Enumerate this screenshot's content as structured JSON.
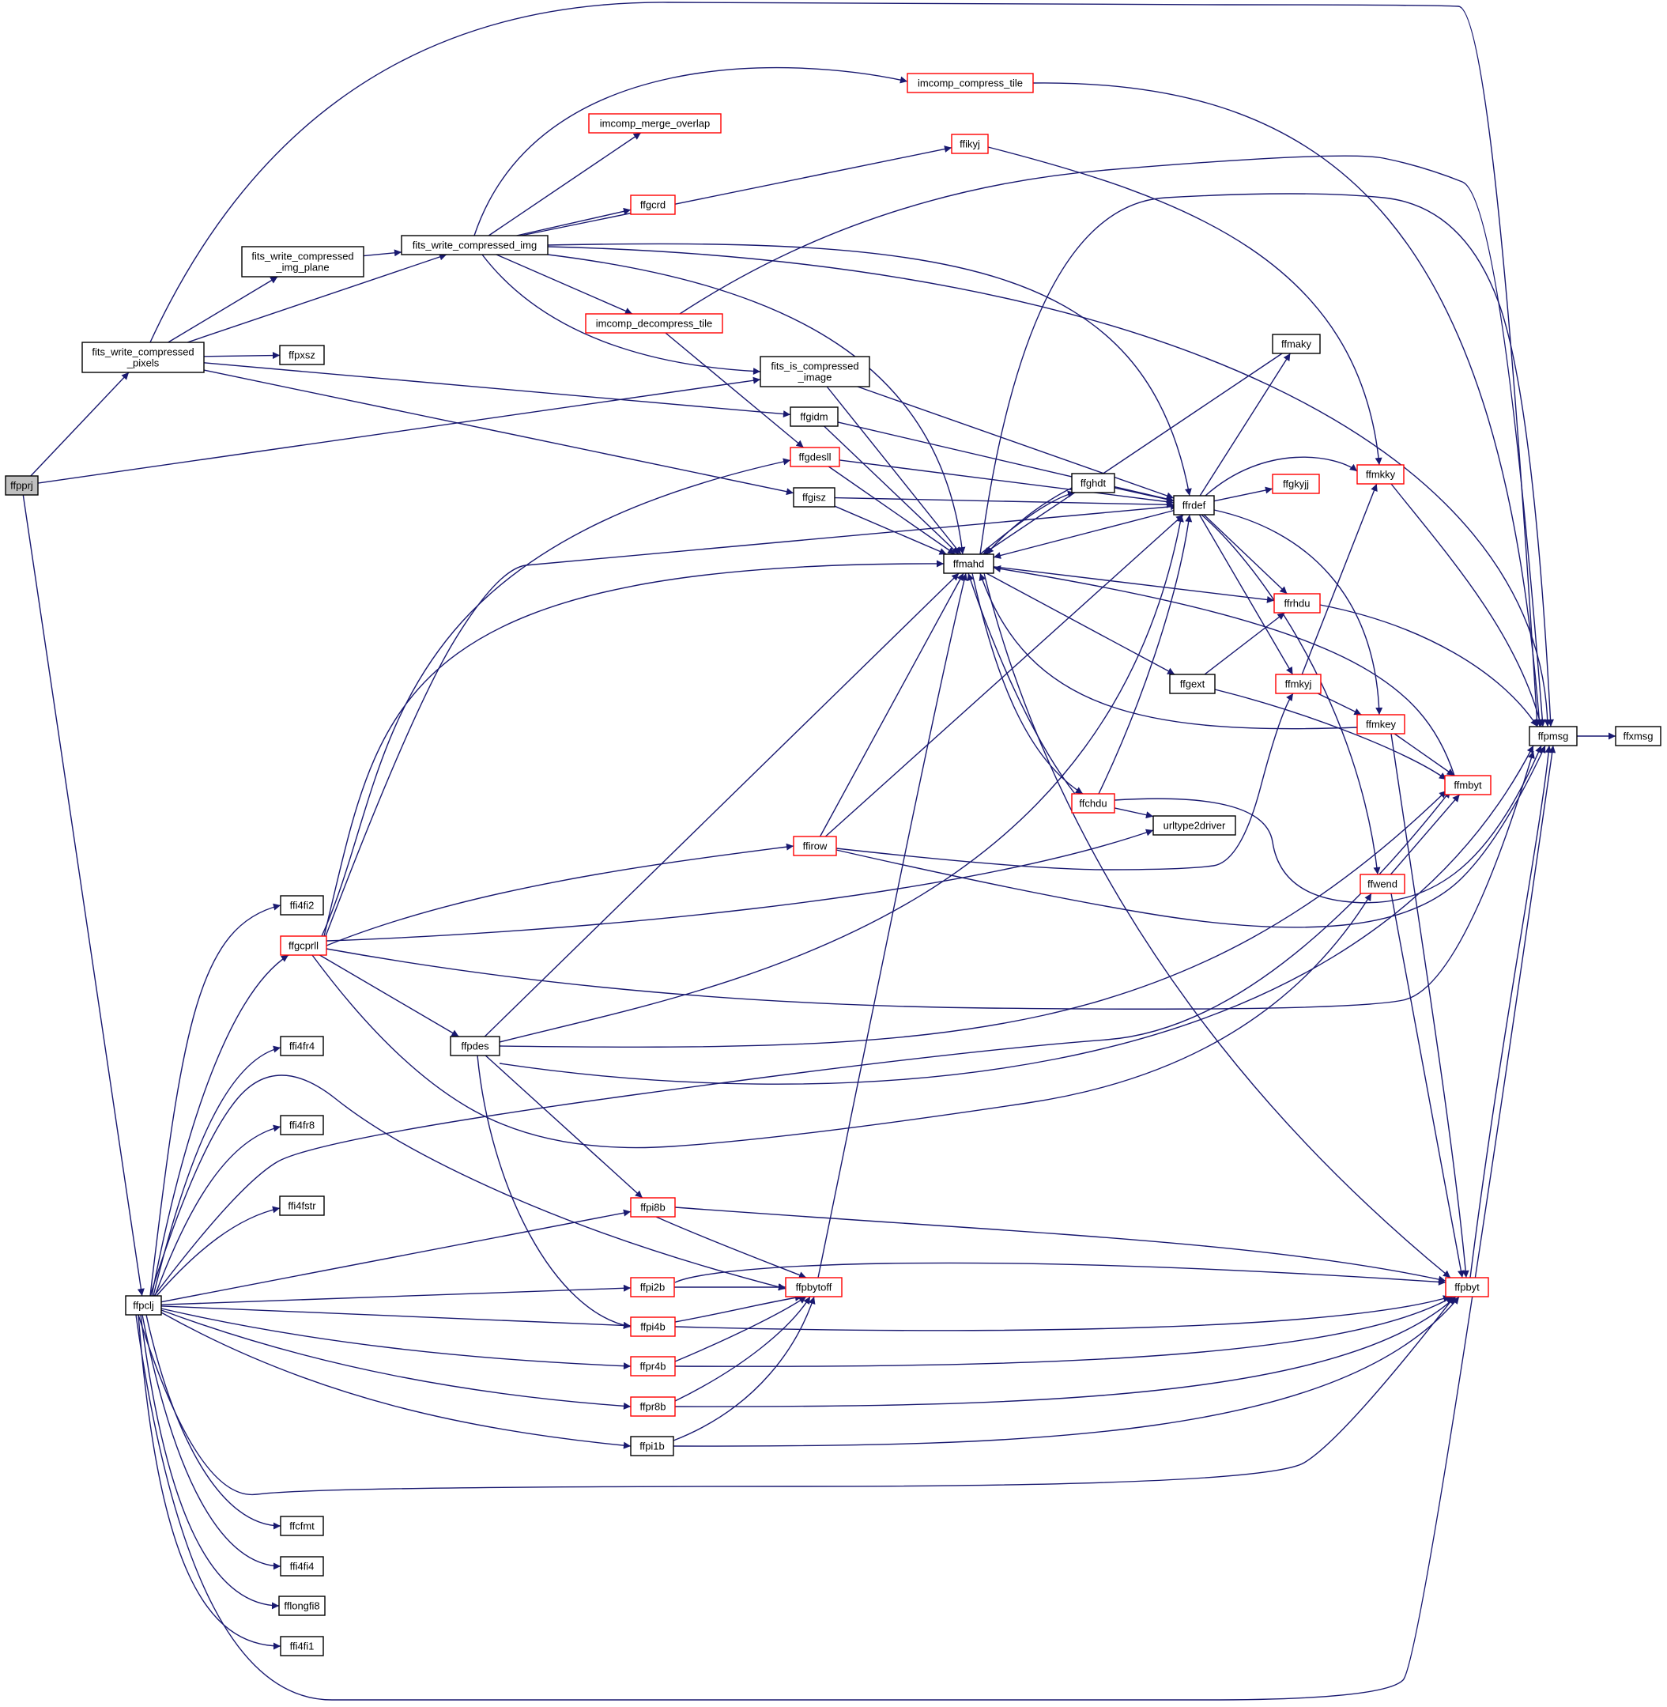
{
  "nodes": [
    {
      "id": "ffpprj",
      "lines": [
        "ffpprj"
      ],
      "style": "root"
    },
    {
      "id": "fwcp",
      "lines": [
        "fits_write_compressed",
        "_pixels"
      ],
      "style": "black"
    },
    {
      "id": "fwcip",
      "lines": [
        "fits_write_compressed",
        "_img_plane"
      ],
      "style": "black"
    },
    {
      "id": "fwci",
      "lines": [
        "fits_write_compressed_img"
      ],
      "style": "black"
    },
    {
      "id": "imcomp_compress_tile",
      "lines": [
        "imcomp_compress_tile"
      ],
      "style": "red"
    },
    {
      "id": "imcomp_merge_overlap",
      "lines": [
        "imcomp_merge_overlap"
      ],
      "style": "red"
    },
    {
      "id": "ffikyj",
      "lines": [
        "ffikyj"
      ],
      "style": "red"
    },
    {
      "id": "ffgcrd",
      "lines": [
        "ffgcrd"
      ],
      "style": "red"
    },
    {
      "id": "imcomp_decompress_tile",
      "lines": [
        "imcomp_decompress_tile"
      ],
      "style": "red"
    },
    {
      "id": "ffpxsz",
      "lines": [
        "ffpxsz"
      ],
      "style": "black"
    },
    {
      "id": "fits_is_compressed",
      "lines": [
        "fits_is_compressed",
        "_image"
      ],
      "style": "black"
    },
    {
      "id": "ffgidm",
      "lines": [
        "ffgidm"
      ],
      "style": "black"
    },
    {
      "id": "ffgdesll",
      "lines": [
        "ffgdesll"
      ],
      "style": "red"
    },
    {
      "id": "ffgisz",
      "lines": [
        "ffgisz"
      ],
      "style": "black"
    },
    {
      "id": "ffghdt",
      "lines": [
        "ffghdt"
      ],
      "style": "black"
    },
    {
      "id": "ffrdef",
      "lines": [
        "ffrdef"
      ],
      "style": "black"
    },
    {
      "id": "ffmaky",
      "lines": [
        "ffmaky"
      ],
      "style": "black"
    },
    {
      "id": "ffgkyjj",
      "lines": [
        "ffgkyjj"
      ],
      "style": "red"
    },
    {
      "id": "ffmkky",
      "lines": [
        "ffmkky"
      ],
      "style": "red"
    },
    {
      "id": "ffmahd",
      "lines": [
        "ffmahd"
      ],
      "style": "black"
    },
    {
      "id": "ffrhdu",
      "lines": [
        "ffrhdu"
      ],
      "style": "red"
    },
    {
      "id": "ffgext",
      "lines": [
        "ffgext"
      ],
      "style": "black"
    },
    {
      "id": "ffmkyj",
      "lines": [
        "ffmkyj"
      ],
      "style": "red"
    },
    {
      "id": "ffmkey",
      "lines": [
        "ffmkey"
      ],
      "style": "red"
    },
    {
      "id": "ffpmsg",
      "lines": [
        "ffpmsg"
      ],
      "style": "black"
    },
    {
      "id": "ffxmsg",
      "lines": [
        "ffxmsg"
      ],
      "style": "black"
    },
    {
      "id": "ffmbyt",
      "lines": [
        "ffmbyt"
      ],
      "style": "red"
    },
    {
      "id": "ffchdu",
      "lines": [
        "ffchdu"
      ],
      "style": "red"
    },
    {
      "id": "urltype2driver",
      "lines": [
        "urltype2driver"
      ],
      "style": "black"
    },
    {
      "id": "ffirow",
      "lines": [
        "ffirow"
      ],
      "style": "red"
    },
    {
      "id": "ffwend",
      "lines": [
        "ffwend"
      ],
      "style": "red"
    },
    {
      "id": "ffi4fi2",
      "lines": [
        "ffi4fi2"
      ],
      "style": "black"
    },
    {
      "id": "ffgcprll",
      "lines": [
        "ffgcprll"
      ],
      "style": "red"
    },
    {
      "id": "ffi4fr4",
      "lines": [
        "ffi4fr4"
      ],
      "style": "black"
    },
    {
      "id": "ffpdes",
      "lines": [
        "ffpdes"
      ],
      "style": "black"
    },
    {
      "id": "ffi4fr8",
      "lines": [
        "ffi4fr8"
      ],
      "style": "black"
    },
    {
      "id": "ffi4fstr",
      "lines": [
        "ffi4fstr"
      ],
      "style": "black"
    },
    {
      "id": "ffpi8b",
      "lines": [
        "ffpi8b"
      ],
      "style": "red"
    },
    {
      "id": "ffpclj",
      "lines": [
        "ffpclj"
      ],
      "style": "black"
    },
    {
      "id": "ffpi2b",
      "lines": [
        "ffpi2b"
      ],
      "style": "red"
    },
    {
      "id": "ffpbytoff",
      "lines": [
        "ffpbytoff"
      ],
      "style": "red"
    },
    {
      "id": "ffpbyt",
      "lines": [
        "ffpbyt"
      ],
      "style": "red"
    },
    {
      "id": "ffpi4b",
      "lines": [
        "ffpi4b"
      ],
      "style": "red"
    },
    {
      "id": "ffpr4b",
      "lines": [
        "ffpr4b"
      ],
      "style": "red"
    },
    {
      "id": "ffpr8b",
      "lines": [
        "ffpr8b"
      ],
      "style": "red"
    },
    {
      "id": "ffpi1b",
      "lines": [
        "ffpi1b"
      ],
      "style": "black"
    },
    {
      "id": "ffcfmt",
      "lines": [
        "ffcfmt"
      ],
      "style": "black"
    },
    {
      "id": "ffi4fi4",
      "lines": [
        "ffi4fi4"
      ],
      "style": "black"
    },
    {
      "id": "fflongfi8",
      "lines": [
        "fflongfi8"
      ],
      "style": "black"
    },
    {
      "id": "ffi4fi1",
      "lines": [
        "ffi4fi1"
      ],
      "style": "black"
    }
  ],
  "edges": [
    [
      "ffpprj",
      "fwcp"
    ],
    [
      "ffpprj",
      "fits_is_compressed"
    ],
    [
      "ffpprj",
      "ffpclj"
    ],
    [
      "fwcp",
      "fwcip"
    ],
    [
      "fwcp",
      "fwci"
    ],
    [
      "fwcp",
      "ffpxsz"
    ],
    [
      "fwcp",
      "ffgidm"
    ],
    [
      "fwcp",
      "ffgisz"
    ],
    [
      "fwcp",
      "ffpmsg"
    ],
    [
      "fwcip",
      "fwci"
    ],
    [
      "fwci",
      "imcomp_compress_tile"
    ],
    [
      "fwci",
      "imcomp_merge_overlap"
    ],
    [
      "fwci",
      "ffikyj"
    ],
    [
      "fwci",
      "ffgcrd"
    ],
    [
      "fwci",
      "imcomp_decompress_tile"
    ],
    [
      "fwci",
      "fits_is_compressed"
    ],
    [
      "fwci",
      "ffmahd"
    ],
    [
      "fwci",
      "ffrdef"
    ],
    [
      "fwci",
      "ffpmsg"
    ],
    [
      "imcomp_compress_tile",
      "ffpmsg"
    ],
    [
      "ffikyj",
      "ffmkky"
    ],
    [
      "imcomp_decompress_tile",
      "ffgdesll"
    ],
    [
      "imcomp_decompress_tile",
      "ffpmsg"
    ],
    [
      "fits_is_compressed",
      "ffmahd"
    ],
    [
      "fits_is_compressed",
      "ffrdef"
    ],
    [
      "ffgidm",
      "ffmahd"
    ],
    [
      "ffgidm",
      "ffrdef"
    ],
    [
      "ffgdesll",
      "ffmahd"
    ],
    [
      "ffgdesll",
      "ffrdef"
    ],
    [
      "ffgisz",
      "ffmahd"
    ],
    [
      "ffgisz",
      "ffrdef"
    ],
    [
      "ffghdt",
      "ffmahd"
    ],
    [
      "ffghdt",
      "ffrdef"
    ],
    [
      "ffrdef",
      "ffmaky"
    ],
    [
      "ffrdef",
      "ffgkyjj"
    ],
    [
      "ffrdef",
      "ffmkky"
    ],
    [
      "ffrdef",
      "ffmahd"
    ],
    [
      "ffrdef",
      "ffrhdu"
    ],
    [
      "ffrdef",
      "ffmkyj"
    ],
    [
      "ffrdef",
      "ffmkey"
    ],
    [
      "ffrdef",
      "ffwend"
    ],
    [
      "ffmaky",
      "ffmahd"
    ],
    [
      "ffmkky",
      "ffpmsg"
    ],
    [
      "ffmahd",
      "ffghdt"
    ],
    [
      "ffmahd",
      "ffrhdu"
    ],
    [
      "ffmahd",
      "ffgext"
    ],
    [
      "ffmahd",
      "ffchdu"
    ],
    [
      "ffmahd",
      "ffpbyt"
    ],
    [
      "ffmahd",
      "ffpmsg"
    ],
    [
      "ffrhdu",
      "ffpmsg"
    ],
    [
      "ffgext",
      "ffrhdu"
    ],
    [
      "ffgext",
      "ffmbyt"
    ],
    [
      "ffmkyj",
      "ffmkky"
    ],
    [
      "ffmkyj",
      "ffmkey"
    ],
    [
      "ffmkey",
      "ffmbyt"
    ],
    [
      "ffmkey",
      "ffpbyt"
    ],
    [
      "ffmkey",
      "ffmahd"
    ],
    [
      "ffmbyt",
      "ffmahd"
    ],
    [
      "ffpmsg",
      "ffxmsg"
    ],
    [
      "ffchdu",
      "ffmahd"
    ],
    [
      "ffchdu",
      "ffrdef"
    ],
    [
      "ffchdu",
      "urltype2driver"
    ],
    [
      "ffchdu",
      "ffpmsg"
    ],
    [
      "ffirow",
      "ffmahd"
    ],
    [
      "ffirow",
      "ffrdef"
    ],
    [
      "ffirow",
      "ffmkyj"
    ],
    [
      "ffirow",
      "ffpmsg"
    ],
    [
      "ffwend",
      "ffmbyt"
    ],
    [
      "ffwend",
      "ffpbyt"
    ],
    [
      "ffgcprll",
      "ffgdesll"
    ],
    [
      "ffgcprll",
      "ffmahd"
    ],
    [
      "ffgcprll",
      "ffrdef"
    ],
    [
      "ffgcprll",
      "ffirow"
    ],
    [
      "ffgcprll",
      "urltype2driver"
    ],
    [
      "ffgcprll",
      "ffpmsg"
    ],
    [
      "ffgcprll",
      "ffpdes"
    ],
    [
      "ffgcprll",
      "ffwend"
    ],
    [
      "ffpdes",
      "ffmahd"
    ],
    [
      "ffpdes",
      "ffrdef"
    ],
    [
      "ffpdes",
      "ffmbyt"
    ],
    [
      "ffpdes",
      "ffpmsg"
    ],
    [
      "ffpdes",
      "ffpi8b"
    ],
    [
      "ffpdes",
      "ffpi4b"
    ],
    [
      "ffpi8b",
      "ffpbytoff"
    ],
    [
      "ffpi8b",
      "ffpbyt"
    ],
    [
      "ffpclj",
      "ffi4fi2"
    ],
    [
      "ffpclj",
      "ffgcprll"
    ],
    [
      "ffpclj",
      "ffi4fr4"
    ],
    [
      "ffpclj",
      "ffi4fr8"
    ],
    [
      "ffpclj",
      "ffi4fstr"
    ],
    [
      "ffpclj",
      "ffpi8b"
    ],
    [
      "ffpclj",
      "ffpi2b"
    ],
    [
      "ffpclj",
      "ffpi4b"
    ],
    [
      "ffpclj",
      "ffpr4b"
    ],
    [
      "ffpclj",
      "ffpr8b"
    ],
    [
      "ffpclj",
      "ffpi1b"
    ],
    [
      "ffpclj",
      "ffpbytoff"
    ],
    [
      "ffpclj",
      "ffpbyt"
    ],
    [
      "ffpclj",
      "ffmbyt"
    ],
    [
      "ffpclj",
      "ffpmsg"
    ],
    [
      "ffpclj",
      "ffcfmt"
    ],
    [
      "ffpclj",
      "ffi4fi4"
    ],
    [
      "ffpclj",
      "fflongfi8"
    ],
    [
      "ffpclj",
      "ffi4fi1"
    ],
    [
      "ffpi2b",
      "ffpbytoff"
    ],
    [
      "ffpi2b",
      "ffpbyt"
    ],
    [
      "ffpbytoff",
      "ffmahd"
    ],
    [
      "ffpbyt",
      "ffpmsg"
    ],
    [
      "ffpi4b",
      "ffpbytoff"
    ],
    [
      "ffpi4b",
      "ffpbyt"
    ],
    [
      "ffpr4b",
      "ffpbytoff"
    ],
    [
      "ffpr4b",
      "ffpbyt"
    ],
    [
      "ffpr8b",
      "ffpbytoff"
    ],
    [
      "ffpr8b",
      "ffpbyt"
    ],
    [
      "ffpi1b",
      "ffpbytoff"
    ],
    [
      "ffpi1b",
      "ffpbyt"
    ]
  ]
}
